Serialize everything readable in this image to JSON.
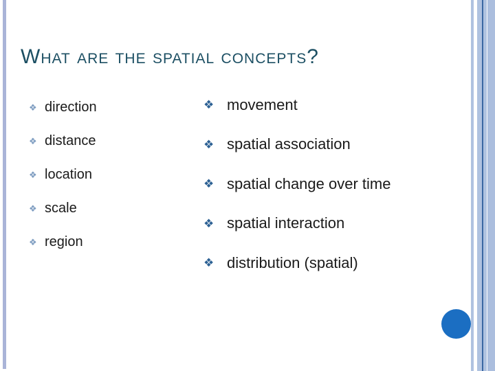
{
  "slide": {
    "title": "What are the spatial concepts?",
    "bullet_glyph": "❖",
    "left_column": {
      "items": [
        "direction",
        "distance",
        "location",
        "scale",
        "region"
      ]
    },
    "right_column": {
      "items": [
        "movement",
        "spatial association",
        "spatial change over time",
        "spatial interaction",
        "distribution (spatial)"
      ]
    },
    "colors": {
      "title_color": "#1c4f63",
      "body_text": "#1a1a1a",
      "left_bullet": "#7d9cc0",
      "right_bullet": "#2d6194",
      "edge_stripe_light": "#aab4d8",
      "right_stripe_light": "#afc2e0",
      "right_stripe_dark": "#3a67a2",
      "right_stripe_band": "#abbede",
      "circle_color": "#1b6ec2"
    }
  }
}
